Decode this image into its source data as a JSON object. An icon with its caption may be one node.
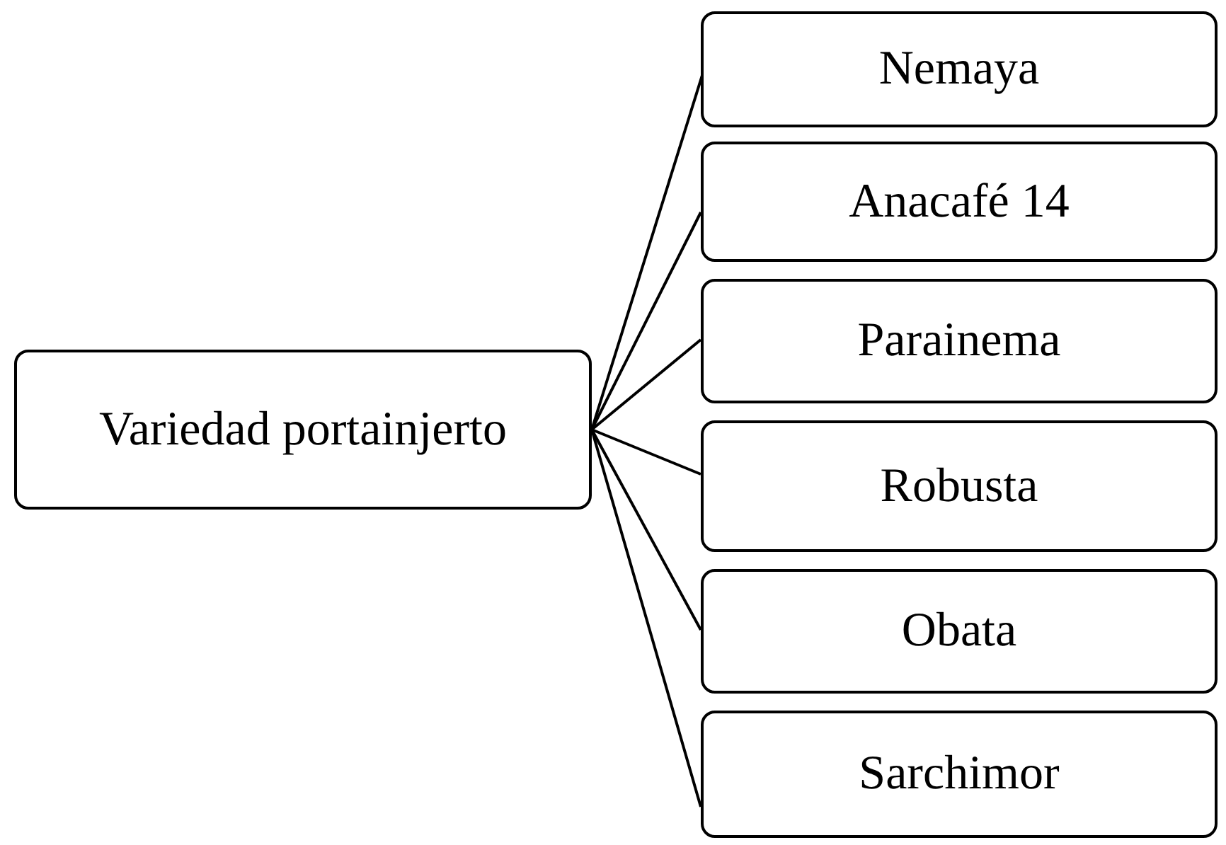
{
  "diagram": {
    "nodes": [
      {
        "text": [
          "Variedad portainjerto"
        ]
      },
      {
        "text": [
          "Nemaya"
        ]
      },
      {
        "text": [
          "Anacafé 14"
        ]
      },
      {
        "text": [
          "Parainema"
        ]
      },
      {
        "text": [
          "Robusta"
        ]
      },
      {
        "text": [
          "Obata"
        ]
      },
      {
        "text": [
          "Sarchimor"
        ]
      }
    ],
    "edges": [
      {
        "from": 0,
        "to": 1,
        "arrow": "none"
      },
      {
        "from": 0,
        "to": 2,
        "arrow": "none"
      },
      {
        "from": 0,
        "to": 3,
        "arrow": "none"
      },
      {
        "from": 0,
        "to": 4,
        "arrow": "none"
      },
      {
        "from": 0,
        "to": 5,
        "arrow": "none"
      },
      {
        "from": 0,
        "to": 6,
        "arrow": "none"
      }
    ]
  }
}
